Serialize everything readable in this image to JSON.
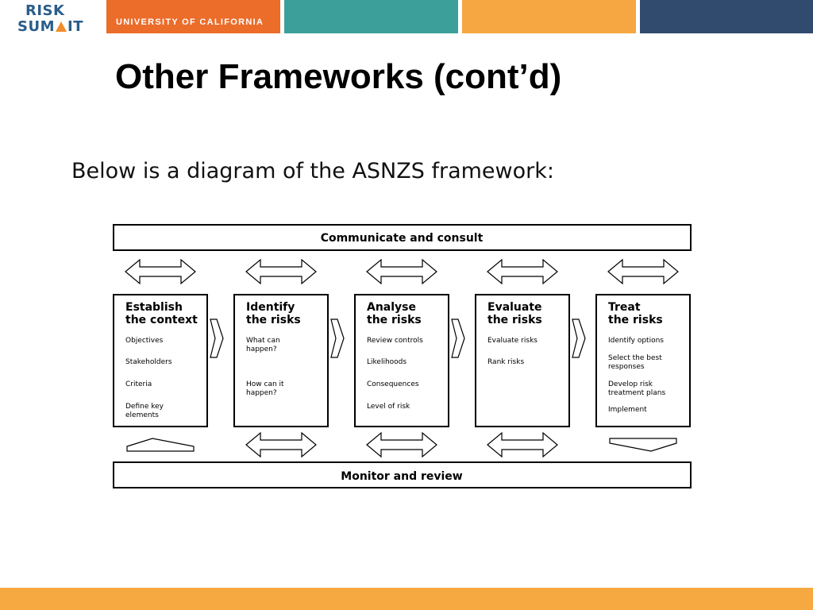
{
  "brand": {
    "logo_line1": "RISK",
    "logo_line2_start": "SUM",
    "logo_line2_end": "IT",
    "org_name": "UNIVERSITY OF CALIFORNIA",
    "colors": {
      "orange": "#ec6c2a",
      "teal": "#3d9f9a",
      "gold": "#f6a742",
      "navy": "#304b6e",
      "logo_blue": "#2a5d8a"
    }
  },
  "slide": {
    "title": "Other Frameworks (cont’d)",
    "subtitle": "Below is a diagram of the ASNZS framework:"
  },
  "diagram": {
    "top_bar": "Communicate and consult",
    "bottom_bar": "Monitor and review",
    "steps": [
      {
        "title": [
          "Establish",
          "the context"
        ],
        "items": [
          [
            "Objectives"
          ],
          [
            "Stakeholders"
          ],
          [
            "Criteria"
          ],
          [
            "Define key",
            "elements"
          ]
        ]
      },
      {
        "title": [
          "Identify",
          "the risks"
        ],
        "items": [
          [
            "What can",
            "happen?"
          ],
          [
            "How can it",
            "happen?"
          ]
        ]
      },
      {
        "title": [
          "Analyse",
          "the risks"
        ],
        "items": [
          [
            "Review controls"
          ],
          [
            "Likelihoods"
          ],
          [
            "Consequences"
          ],
          [
            "Level of risk"
          ]
        ]
      },
      {
        "title": [
          "Evaluate",
          "the risks"
        ],
        "items": [
          [
            "Evaluate risks"
          ],
          [
            "Rank risks"
          ]
        ]
      },
      {
        "title": [
          "Treat",
          "the risks"
        ],
        "items": [
          [
            "Identify options"
          ],
          [
            "Select the best",
            "responses"
          ],
          [
            "Develop risk",
            "treatment plans"
          ],
          [
            "Implement"
          ]
        ]
      }
    ]
  }
}
